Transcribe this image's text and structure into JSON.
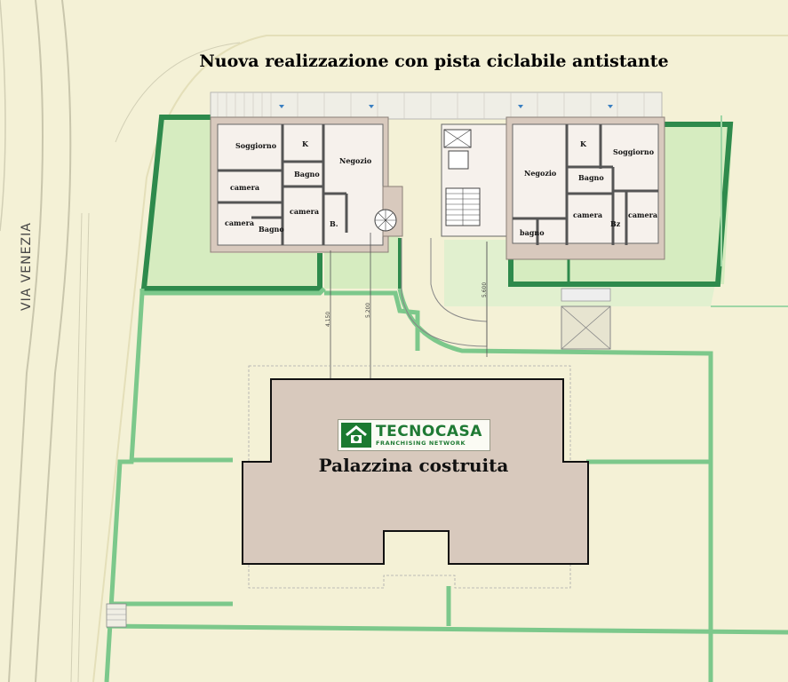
{
  "title": "Nuova realizzazione con pista ciclabile antistante",
  "center_label": "Palazzina costruita",
  "street_name": "VIA VENEZIA",
  "logo": {
    "brand": "TECNOCASA",
    "subtitle": "FRANCHISING NETWORK",
    "icon": "house-logo-icon",
    "color": "#1f7a34"
  },
  "rooms_left": {
    "soggiorno": "Soggiorno",
    "k": "K",
    "negozio": "Negozio",
    "bagno1": "Bagno",
    "camera1": "camera",
    "camera2": "camera",
    "camera3": "camera",
    "bagno2": "Bagno",
    "b": "B."
  },
  "rooms_right": {
    "negozio": "Negozio",
    "k": "K",
    "soggiorno": "Soggiorno",
    "bagno1": "Bagno",
    "camera1": "camera",
    "bz": "Bz",
    "camera2": "camera",
    "bagno2": "bagno"
  },
  "dimensions": [
    "4.150",
    "5.200",
    "5.600"
  ],
  "colors": {
    "background": "#f4f1d6",
    "lawn": "#d6ecc0",
    "hedge": "#2e8a4c",
    "plot_line": "#7cc88b",
    "building": "#d8c9bd",
    "floor": "#f6f1ec"
  }
}
